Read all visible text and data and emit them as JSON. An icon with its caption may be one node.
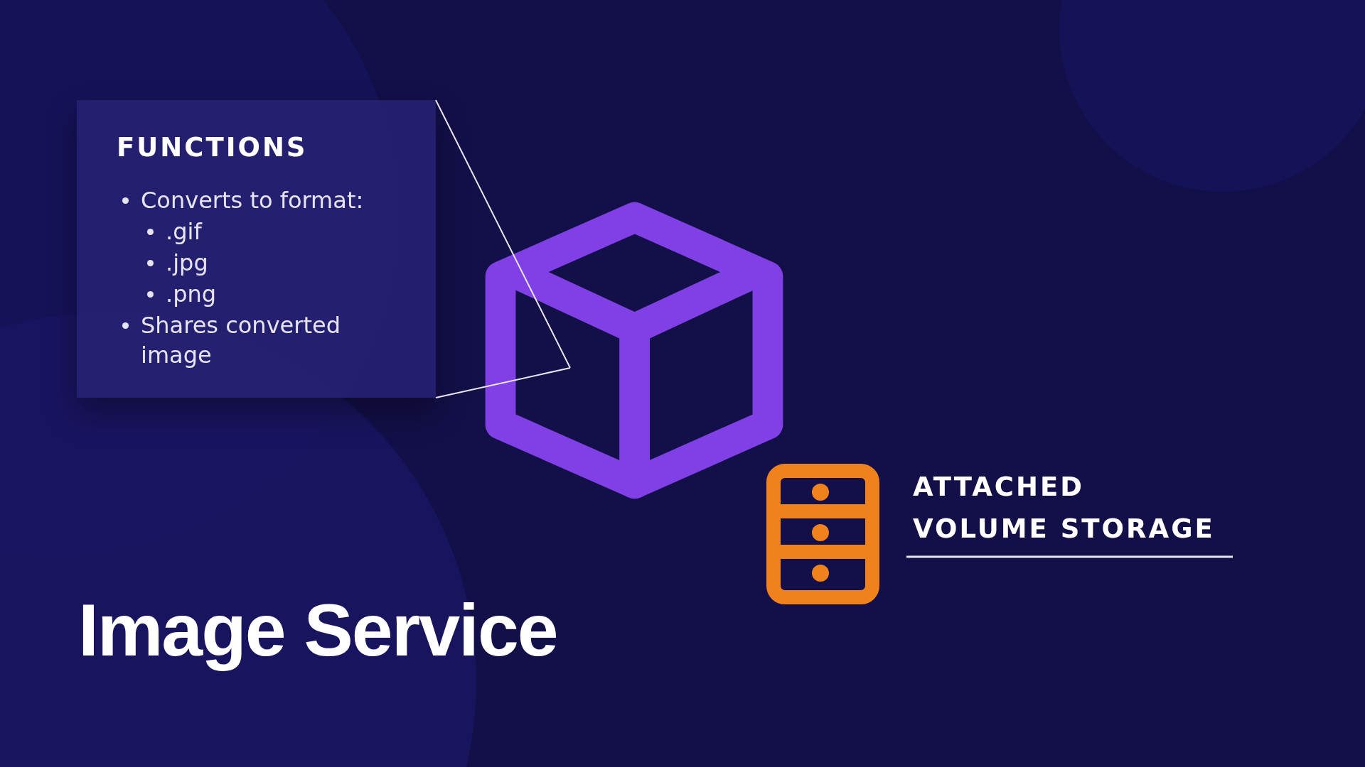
{
  "diagram": {
    "title": "Image Service",
    "nodes": [
      {
        "text": [
          "FUNCTIONS",
          "Converts to format:",
          ".gif",
          ".jpg",
          ".png",
          "Shares converted image"
        ]
      },
      {
        "text": [],
        "shape": "picture"
      }
    ],
    "edges": [
      {
        "from": 0,
        "to": 1,
        "arrow": "none"
      }
    ],
    "labels": [
      "ATTACHED VOLUME STORAGE"
    ]
  }
}
